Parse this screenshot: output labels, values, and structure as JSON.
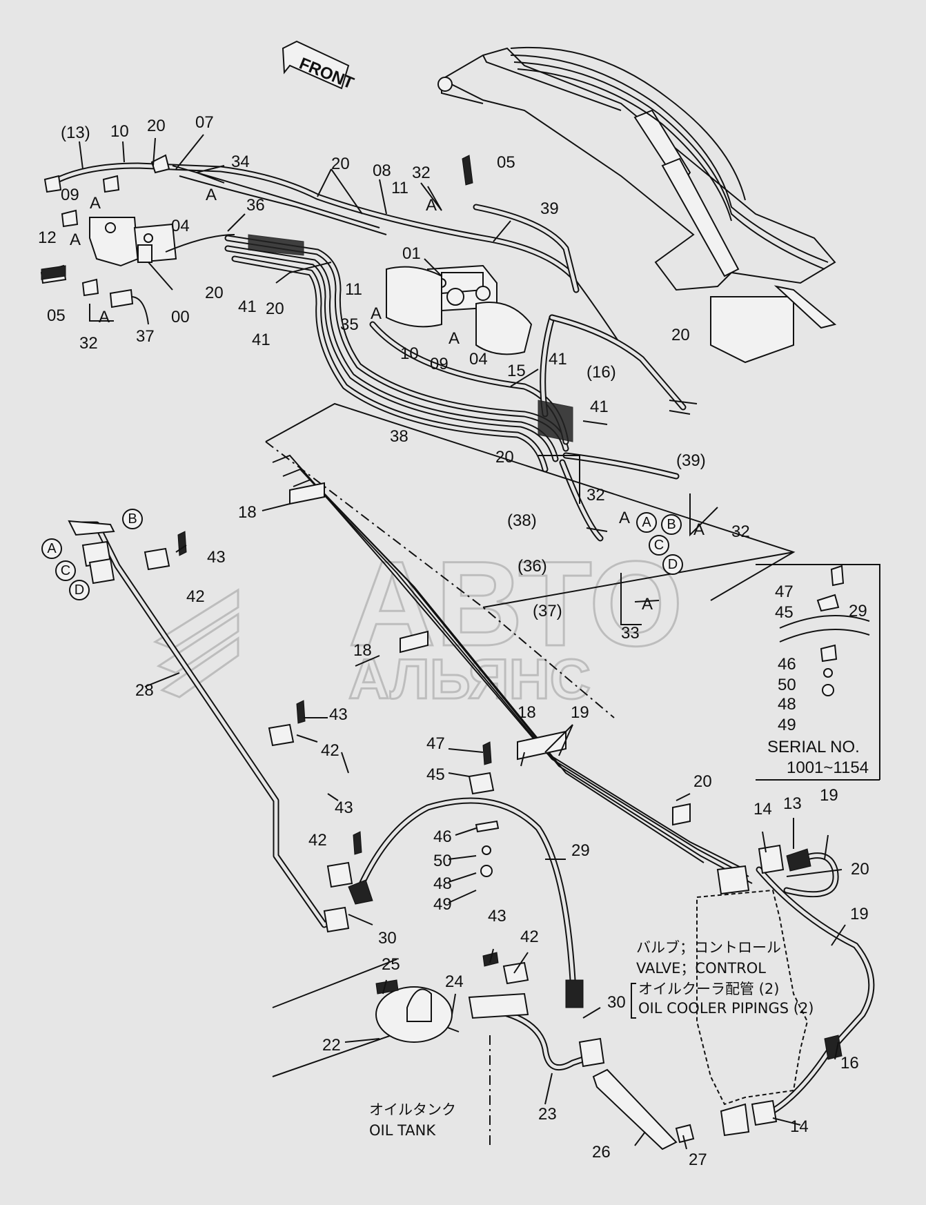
{
  "front_label": "FRONT",
  "watermark": {
    "line1": "АВТО",
    "line2": "АЛЬЯНС"
  },
  "callouts": [
    {
      "id": "c-13p",
      "text": "(13)"
    },
    {
      "id": "c-10a",
      "text": "10"
    },
    {
      "id": "c-20a",
      "text": "20"
    },
    {
      "id": "c-07",
      "text": "07"
    },
    {
      "id": "c-34",
      "text": "34"
    },
    {
      "id": "c-09a",
      "text": "09"
    },
    {
      "id": "c-Aa",
      "text": "A"
    },
    {
      "id": "c-Ab",
      "text": "A"
    },
    {
      "id": "c-12",
      "text": "12"
    },
    {
      "id": "c-Ac",
      "text": "A"
    },
    {
      "id": "c-04a",
      "text": "04"
    },
    {
      "id": "c-36",
      "text": "36"
    },
    {
      "id": "c-05a",
      "text": "05"
    },
    {
      "id": "c-Ad",
      "text": "A"
    },
    {
      "id": "c-32a",
      "text": "32"
    },
    {
      "id": "c-37",
      "text": "37"
    },
    {
      "id": "c-00",
      "text": "00"
    },
    {
      "id": "c-20b",
      "text": "20"
    },
    {
      "id": "c-41a",
      "text": "41"
    },
    {
      "id": "c-20c",
      "text": "20"
    },
    {
      "id": "c-41b",
      "text": "41"
    },
    {
      "id": "c-20d",
      "text": "20"
    },
    {
      "id": "c-08",
      "text": "08"
    },
    {
      "id": "c-11a",
      "text": "11"
    },
    {
      "id": "c-32b",
      "text": "32"
    },
    {
      "id": "c-Ae",
      "text": "A"
    },
    {
      "id": "c-05b",
      "text": "05"
    },
    {
      "id": "c-39",
      "text": "39"
    },
    {
      "id": "c-01",
      "text": "01"
    },
    {
      "id": "c-11b",
      "text": "11"
    },
    {
      "id": "c-Af",
      "text": "A"
    },
    {
      "id": "c-35",
      "text": "35"
    },
    {
      "id": "c-10b",
      "text": "10"
    },
    {
      "id": "c-09b",
      "text": "09"
    },
    {
      "id": "c-Ag",
      "text": "A"
    },
    {
      "id": "c-04b",
      "text": "04"
    },
    {
      "id": "c-15",
      "text": "15"
    },
    {
      "id": "c-41c",
      "text": "41"
    },
    {
      "id": "c-16p",
      "text": "(16)"
    },
    {
      "id": "c-20e",
      "text": "20"
    },
    {
      "id": "c-38",
      "text": "38"
    },
    {
      "id": "c-41d",
      "text": "41"
    },
    {
      "id": "c-20f",
      "text": "20"
    },
    {
      "id": "c-39p",
      "text": "(39)"
    },
    {
      "id": "c-32c",
      "text": "32"
    },
    {
      "id": "c-Ah",
      "text": "A"
    },
    {
      "id": "c-38p",
      "text": "(38)"
    },
    {
      "id": "c-Ai",
      "text": "A"
    },
    {
      "id": "c-32d",
      "text": "32"
    },
    {
      "id": "c-36p",
      "text": "(36)"
    },
    {
      "id": "c-37p",
      "text": "(37)"
    },
    {
      "id": "c-Aj",
      "text": "A"
    },
    {
      "id": "c-33",
      "text": "33"
    },
    {
      "id": "c-18a",
      "text": "18"
    },
    {
      "id": "c-43a",
      "text": "43"
    },
    {
      "id": "c-42a",
      "text": "42"
    },
    {
      "id": "c-18b",
      "text": "18"
    },
    {
      "id": "c-28",
      "text": "28"
    },
    {
      "id": "c-43b",
      "text": "43"
    },
    {
      "id": "c-42b",
      "text": "42"
    },
    {
      "id": "c-18c",
      "text": "18"
    },
    {
      "id": "c-19a",
      "text": "19"
    },
    {
      "id": "c-47a",
      "text": "47"
    },
    {
      "id": "c-45a",
      "text": "45"
    },
    {
      "id": "c-43c",
      "text": "43"
    },
    {
      "id": "c-42c",
      "text": "42"
    },
    {
      "id": "c-46a",
      "text": "46"
    },
    {
      "id": "c-50a",
      "text": "50"
    },
    {
      "id": "c-48a",
      "text": "48"
    },
    {
      "id": "c-49a",
      "text": "49"
    },
    {
      "id": "c-29a",
      "text": "29"
    },
    {
      "id": "c-30a",
      "text": "30"
    },
    {
      "id": "c-20g",
      "text": "20"
    },
    {
      "id": "c-14a",
      "text": "14"
    },
    {
      "id": "c-13",
      "text": "13"
    },
    {
      "id": "c-19b",
      "text": "19"
    },
    {
      "id": "c-20h",
      "text": "20"
    },
    {
      "id": "c-19c",
      "text": "19"
    },
    {
      "id": "c-47b",
      "text": "47"
    },
    {
      "id": "c-45b",
      "text": "45"
    },
    {
      "id": "c-29b",
      "text": "29"
    },
    {
      "id": "c-46b",
      "text": "46"
    },
    {
      "id": "c-50b",
      "text": "50"
    },
    {
      "id": "c-48b",
      "text": "48"
    },
    {
      "id": "c-49b",
      "text": "49"
    },
    {
      "id": "c-25",
      "text": "25"
    },
    {
      "id": "c-24",
      "text": "24"
    },
    {
      "id": "c-43d",
      "text": "43"
    },
    {
      "id": "c-42d",
      "text": "42"
    },
    {
      "id": "c-22",
      "text": "22"
    },
    {
      "id": "c-30b",
      "text": "30"
    },
    {
      "id": "c-23",
      "text": "23"
    },
    {
      "id": "c-26",
      "text": "26"
    },
    {
      "id": "c-27",
      "text": "27"
    },
    {
      "id": "c-16",
      "text": "16"
    },
    {
      "id": "c-14b",
      "text": "14"
    }
  ],
  "circled_markers": [
    {
      "id": "m-A1",
      "text": "A"
    },
    {
      "id": "m-B1",
      "text": "B"
    },
    {
      "id": "m-C1",
      "text": "C"
    },
    {
      "id": "m-D1",
      "text": "D"
    },
    {
      "id": "m-A2",
      "text": "A"
    },
    {
      "id": "m-B2",
      "text": "B"
    },
    {
      "id": "m-C2",
      "text": "C"
    },
    {
      "id": "m-D2",
      "text": "D"
    }
  ],
  "serial_box": {
    "label": "SERIAL NO.",
    "range": "1001~1154"
  },
  "notes": {
    "valve_jp": "バルブ；コントロール",
    "valve_en": "VALVE；CONTROL",
    "pipe_jp": "オイルクーラ配管 (2)",
    "pipe_en": "OIL COOLER PIPINGS (2)",
    "tank_jp": "オイルタンク",
    "tank_en": "OIL TANK"
  }
}
